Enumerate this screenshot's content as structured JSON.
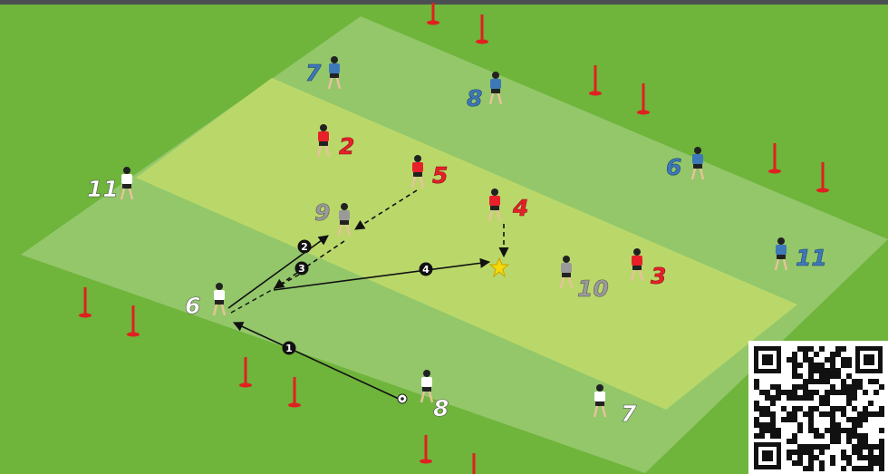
{
  "diagram": {
    "colors": {
      "grass": "#6fb43b",
      "outer_zone": "#93c76a",
      "middle_band": "#bad86a",
      "top_bar": "#4c4f52",
      "red_team": "#e8202a",
      "blue_team": "#3d78b8",
      "white_team": "#ffffff",
      "grey_team": "#9a9a9a",
      "pole": "#e02020",
      "arrow": "#111111",
      "star": "#f5d90a"
    },
    "players": [
      {
        "id": "blue-7",
        "team": "blue",
        "label": "7"
      },
      {
        "id": "blue-8",
        "team": "blue",
        "label": "8"
      },
      {
        "id": "blue-6",
        "team": "blue",
        "label": "6"
      },
      {
        "id": "blue-11",
        "team": "blue",
        "label": "11"
      },
      {
        "id": "red-2",
        "team": "red",
        "label": "2"
      },
      {
        "id": "red-5",
        "team": "red",
        "label": "5"
      },
      {
        "id": "red-4",
        "team": "red",
        "label": "4"
      },
      {
        "id": "red-3",
        "team": "red",
        "label": "3"
      },
      {
        "id": "grey-9",
        "team": "grey",
        "label": "9"
      },
      {
        "id": "grey-10",
        "team": "grey",
        "label": "10"
      },
      {
        "id": "white-11",
        "team": "white",
        "label": "11"
      },
      {
        "id": "white-6",
        "team": "white",
        "label": "6"
      },
      {
        "id": "white-8",
        "team": "white",
        "label": "8"
      },
      {
        "id": "white-7",
        "team": "white",
        "label": "7"
      }
    ],
    "steps": [
      "1",
      "2",
      "3",
      "4"
    ]
  }
}
